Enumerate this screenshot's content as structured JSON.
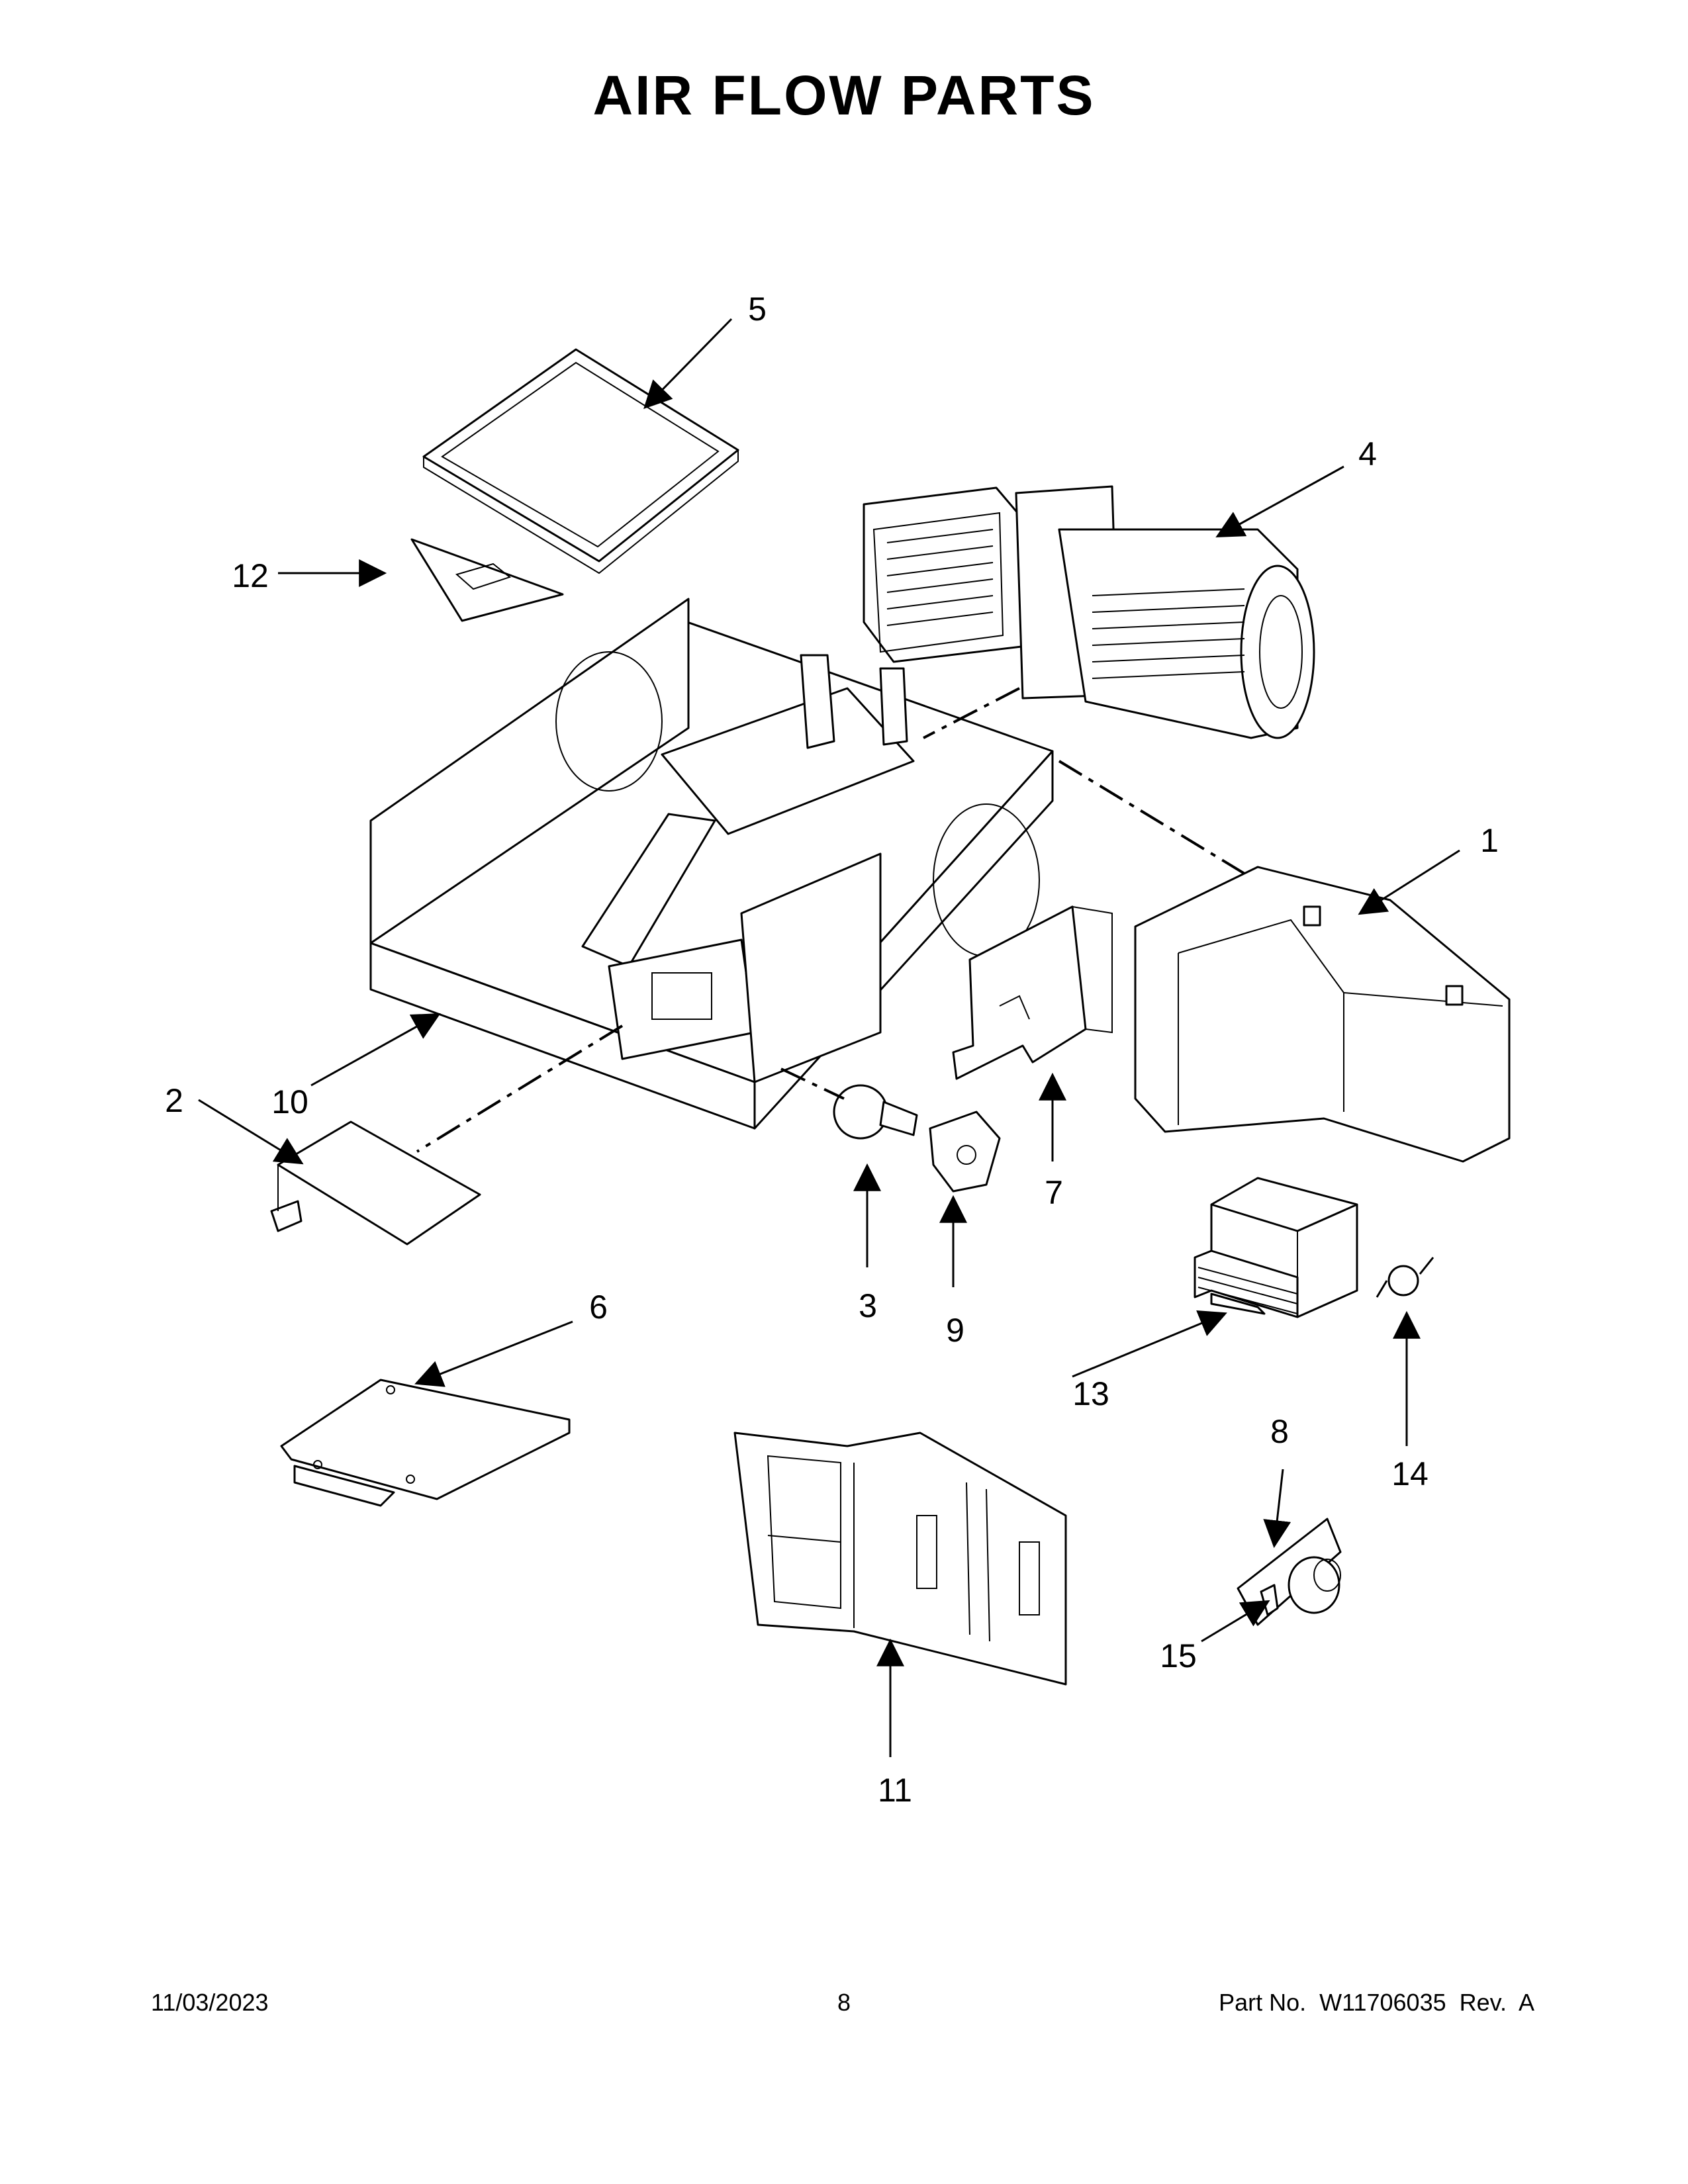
{
  "page": {
    "title": "AIR FLOW PARTS",
    "date": "11/03/2023",
    "page_number": "8",
    "part_info": "Part No.  W11706035  Rev.  A"
  },
  "callouts": [
    {
      "id": "1",
      "text": "1"
    },
    {
      "id": "2",
      "text": "2"
    },
    {
      "id": "3",
      "text": "3"
    },
    {
      "id": "4",
      "text": "4"
    },
    {
      "id": "5",
      "text": "5"
    },
    {
      "id": "6",
      "text": "6"
    },
    {
      "id": "7",
      "text": "7"
    },
    {
      "id": "8",
      "text": "8"
    },
    {
      "id": "9",
      "text": "9"
    },
    {
      "id": "10",
      "text": "10"
    },
    {
      "id": "11",
      "text": "11"
    },
    {
      "id": "12",
      "text": "12"
    },
    {
      "id": "13",
      "text": "13"
    },
    {
      "id": "14",
      "text": "14"
    },
    {
      "id": "15",
      "text": "15"
    }
  ]
}
